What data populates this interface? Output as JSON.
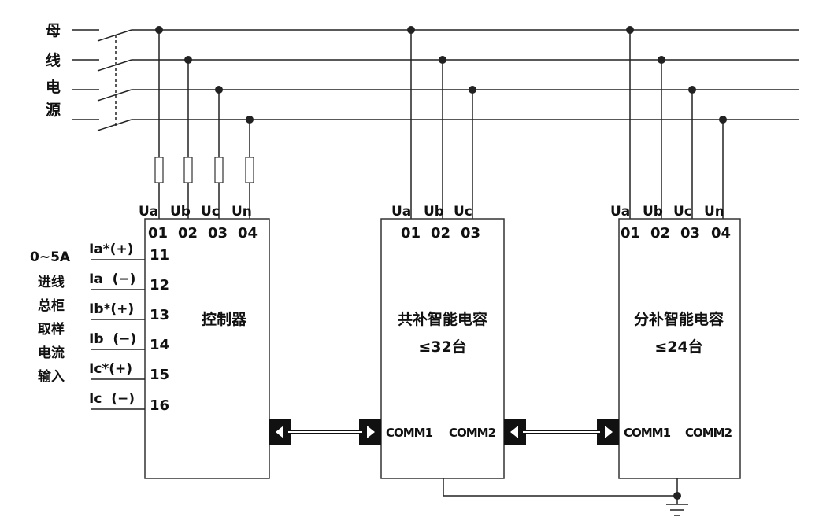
{
  "source_label": [
    "母",
    "线",
    "电",
    "源"
  ],
  "controller": {
    "title": "控制器",
    "top_labels": [
      "Ua",
      "Ub",
      "Uc",
      "Un"
    ],
    "top_numbers": [
      "01",
      "02",
      "03",
      "04"
    ],
    "left_labels": [
      "Ia*(+)",
      "Ia  (−)",
      "Ib*(+)",
      "Ib  (−)",
      "Ic*(+)",
      "Ic  (−)"
    ],
    "left_numbers": [
      "11",
      "12",
      "13",
      "14",
      "15",
      "16"
    ]
  },
  "current_input_label": [
    "0~5A",
    "进线",
    "总柜",
    "取样",
    "电流",
    "输入"
  ],
  "common_cap": {
    "title": "共补智能电容",
    "limit": "≤32台",
    "top_labels": [
      "Ua",
      "Ub",
      "Uc"
    ],
    "top_numbers": [
      "01",
      "02",
      "03"
    ],
    "comm1": "COMM1",
    "comm2": "COMM2"
  },
  "split_cap": {
    "title": "分补智能电容",
    "limit": "≤24台",
    "top_labels": [
      "Ua",
      "Ub",
      "Uc",
      "Un"
    ],
    "top_numbers": [
      "01",
      "02",
      "03",
      "04"
    ],
    "comm1": "COMM1",
    "comm2": "COMM2"
  }
}
